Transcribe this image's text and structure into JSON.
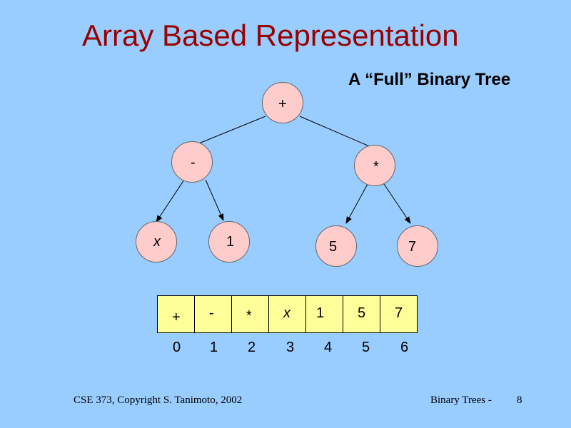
{
  "slide": {
    "title": "Array Based Representation",
    "subtitle": "A “Full” Binary Tree"
  },
  "tree": {
    "nodes": [
      {
        "id": "root",
        "label": "+"
      },
      {
        "id": "left",
        "label": "-"
      },
      {
        "id": "right",
        "label": "*"
      },
      {
        "id": "left-left",
        "label": "x",
        "italic": true
      },
      {
        "id": "left-right",
        "label": "1"
      },
      {
        "id": "right-left",
        "label": "5"
      },
      {
        "id": "right-right",
        "label": "7"
      }
    ],
    "edges": [
      [
        "root",
        "left"
      ],
      [
        "root",
        "right"
      ],
      [
        "left",
        "left-left"
      ],
      [
        "left",
        "left-right"
      ],
      [
        "right",
        "right-left"
      ],
      [
        "right",
        "right-right"
      ]
    ]
  },
  "array": {
    "cells": [
      "+",
      "-",
      "*",
      "x",
      "1",
      "5",
      "7"
    ],
    "indices": [
      "0",
      "1",
      "2",
      "3",
      "4",
      "5",
      "6"
    ]
  },
  "footer": {
    "left": "CSE 373,  Copyright S. Tanimoto, 2002",
    "center": "Binary Trees -",
    "page": "8"
  },
  "colors": {
    "background": "#99ccff",
    "title": "#990000",
    "node_fill": "#ffcccc",
    "cell_fill": "#ffff99"
  }
}
